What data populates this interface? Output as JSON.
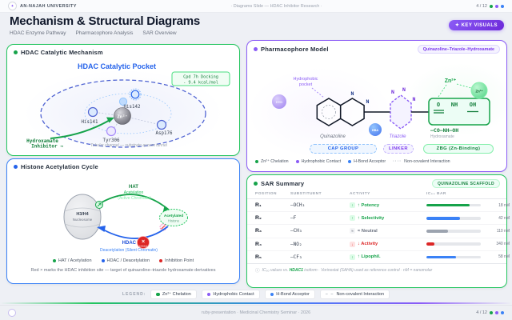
{
  "colors": {
    "green": "#16a34a",
    "blue": "#3b82f6",
    "blue_dark": "#2563eb",
    "purple": "#8b5cf6",
    "red": "#dc2626"
  },
  "topbar": {
    "university": "AN-NAJAH UNIVERSITY",
    "center": "· Diagrams Slide — HDAC Inhibitor Research ·",
    "page": "4 / 12"
  },
  "header": {
    "title": "Mechanism & Structural Diagrams",
    "nav": [
      "HDAC Enzyme Pathway",
      "Pharmacophore Analysis",
      "SAR Overview"
    ],
    "badge": "✦ KEY VISUALS",
    "logo_glyph": "✦"
  },
  "catalytic": {
    "title": "HDAC Catalytic Mechanism",
    "pocket_title": "HDAC Catalytic Pocket",
    "docking_line1": "Cpd 7h Docking",
    "docking_line2": "- 9.4 kcal/mol",
    "zinc": "Zn²⁺",
    "his142": "His142",
    "his141": "His141",
    "asp176": "Asp176",
    "tyr306": "Tyr306",
    "inhibitor_line1": "Hydroxamate",
    "inhibitor_line2": "Inhibitor →",
    "channel": "Tubular channel — substrate access tunnel"
  },
  "cycle": {
    "title": "Histone Acetylation Cycle",
    "nucleosome_line1": "H3/H4",
    "nucleosome_line2": "Nucleosome",
    "hat": "HAT",
    "hat_sub": "Acetylation",
    "hat_sub2": "(Active Chromatin)",
    "acetylated_line1": "Acetylated",
    "acetylated_line2": "Histone",
    "hdac": "HDAC",
    "hdac_sub": "Deacetylation (Silent Chromatin)",
    "block_x": "×",
    "block_label": "Inhibited",
    "legend": [
      {
        "color": "#16a34a",
        "label": "HAT / Acetylation"
      },
      {
        "color": "#2563eb",
        "label": "HDAC / Deacetylation"
      },
      {
        "color": "#dc2626",
        "label": "Inhibition Point"
      }
    ],
    "caption": "Red × marks the HDAC inhibition site — target of quinazoline–triazole hydroxamate derivatives"
  },
  "pharmacophore": {
    "title": "Pharmacophore Model",
    "badge": "Quinazoline–Triazole–Hydroxamate",
    "pocket_line1": "Hydrophobic",
    "pocket_line2": "pocket",
    "hyd": "HYD",
    "hba": "HBA",
    "n": "N",
    "zn_label": "Zn²⁺",
    "zn_circle": "Zn²⁺",
    "quinazoline": "Quinazoline",
    "triazole": "Triazole",
    "atom_o": "O",
    "atom_nh": "NH",
    "atom_oh": "OH",
    "zbg_formula": "–CO–NH–OH",
    "zbg_name": "Hydroxamate",
    "pill_cap": "CAP GROUP",
    "pill_linker": "LINKER",
    "pill_zbg": "ZBG (Zn-Binding)",
    "legend": [
      {
        "color": "#16a34a",
        "label": "Zn²⁺ Chelation"
      },
      {
        "color": "#8b5cf6",
        "label": "Hydrophobic Contact"
      },
      {
        "color": "#3b82f6",
        "label": "H-Bond Acceptor"
      }
    ],
    "legend_dash_symbol": "····",
    "legend_dash_label": "Non-covalent Interaction"
  },
  "sar": {
    "title": "SAR Summary",
    "badge": "QUINAZOLINE SCAFFOLD",
    "columns": [
      "POSITION",
      "SUBSTITUENT",
      "ACTIVITY",
      "IC₅₀ BAR"
    ],
    "rows": [
      {
        "position": "R₁",
        "substituent": "–OCH₃",
        "arrow": "↑",
        "activity": "↑ Potency",
        "color": "#16a34a",
        "badge_bg": "#dcfce7",
        "bar_pct": 80,
        "bar_color": "#16a34a",
        "ic50": "18 nM"
      },
      {
        "position": "R₂",
        "substituent": "–F",
        "arrow": "↑",
        "activity": "↑ Selectivity",
        "color": "#16a34a",
        "badge_bg": "#dcfce7",
        "bar_pct": 62,
        "bar_color": "#3b82f6",
        "ic50": "42 nM"
      },
      {
        "position": "R₃",
        "substituent": "–CH₃",
        "arrow": "≈",
        "activity": "≈ Neutral",
        "color": "#6b7280",
        "badge_bg": "#f3f4f6",
        "bar_pct": 40,
        "bar_color": "#9ca3af",
        "ic50": "110 nM"
      },
      {
        "position": "R₄",
        "substituent": "–NO₂",
        "arrow": "↓",
        "activity": "↓ Activity",
        "color": "#dc2626",
        "badge_bg": "#fee2e2",
        "bar_pct": 15,
        "bar_color": "#dc2626",
        "ic50": "340 nM"
      },
      {
        "position": "R₅",
        "substituent": "–CF₃",
        "arrow": "↑",
        "activity": "↑ Lipophil.",
        "color": "#16a34a",
        "badge_bg": "#dcfce7",
        "bar_pct": 55,
        "bar_color": "#3b82f6",
        "ic50": "58 nM"
      }
    ],
    "footnote_icon": "ⓘ",
    "footnote_pre": "IC₅₀ values vs. ",
    "footnote_hdac": "HDAC1",
    "footnote_post": " isoform · Vorinostat (SAHA) used as reference control · nM = nanomolar"
  },
  "legend_bar": {
    "label": "LEGEND:",
    "items": [
      {
        "color": "#16a34a",
        "label": "Zn²⁺ Chelation"
      },
      {
        "color": "#8b5cf6",
        "label": "Hydrophobic Contact"
      },
      {
        "color": "#3b82f6",
        "label": "H-Bond Acceptor"
      }
    ],
    "dash_symbol": "– –",
    "dash_label": "Non-covalent Interaction"
  },
  "footer": {
    "center": "ruby-presentation · Medicinal Chemistry Seminar · 2026",
    "page": "4 / 12"
  }
}
